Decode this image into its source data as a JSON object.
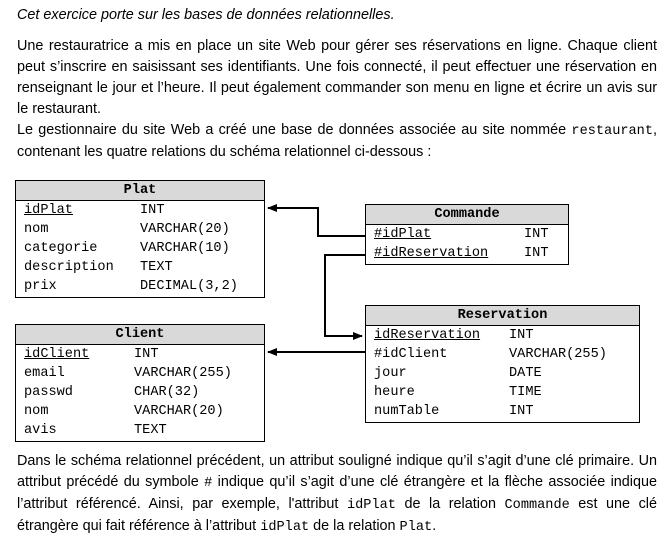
{
  "intro": "Cet exercice porte sur les bases de données relationnelles.",
  "p1": "Une restauratrice a mis en place un site Web pour gérer ses réservations en ligne. Chaque client peut s’inscrire en saisissant ses identifiants. Une fois connecté, il peut effectuer une réservation en renseignant le jour et l’heure. Il peut également commander son menu en ligne et écrire un avis sur le restaurant.",
  "p2": {
    "before": "Le gestionnaire du site Web a créé une base de données associée au site nommée ",
    "db_name": "restaurant",
    "after": ", contenant les quatre relations du schéma relationnel ci-dessous :"
  },
  "tables": {
    "plat": {
      "title": "Plat",
      "rows": [
        {
          "name": "idPlat",
          "type": "INT"
        },
        {
          "name": "nom",
          "type": "VARCHAR(20)"
        },
        {
          "name": "categorie",
          "type": "VARCHAR(10)"
        },
        {
          "name": "description",
          "type": "TEXT"
        },
        {
          "name": "prix",
          "type": "DECIMAL(3,2)"
        }
      ]
    },
    "client": {
      "title": "Client",
      "rows": [
        {
          "name": "idClient",
          "type": "INT"
        },
        {
          "name": "email",
          "type": "VARCHAR(255)"
        },
        {
          "name": "passwd",
          "type": "CHAR(32)"
        },
        {
          "name": "nom",
          "type": "VARCHAR(20)"
        },
        {
          "name": "avis",
          "type": "TEXT"
        }
      ]
    },
    "commande": {
      "title": "Commande",
      "rows": [
        {
          "name": "#idPlat",
          "type": "INT"
        },
        {
          "name": "#idReservation",
          "type": "INT"
        }
      ]
    },
    "reservation": {
      "title": "Reservation",
      "rows": [
        {
          "name": "idReservation",
          "type": "INT"
        },
        {
          "name": "#idClient",
          "type": "VARCHAR(255)"
        },
        {
          "name": "jour",
          "type": "DATE"
        },
        {
          "name": "heure",
          "type": "TIME"
        },
        {
          "name": "numTable",
          "type": "INT"
        }
      ]
    }
  },
  "p3": {
    "t1": "Dans le schéma relationnel précédent, un attribut souligné indique qu’il s’agit d’une clé primaire. Un attribut précédé du symbole ",
    "hash": "#",
    "t2": " indique qu’il s’agit d’une clé étrangère et la flèche associée indique l’attribut référencé. Ainsi, par exemple, l'attribut ",
    "attr1": "idPlat",
    "t3": " de la relation ",
    "rel1": "Commande",
    "t4": " est une clé étrangère qui fait référence à l’attribut ",
    "attr2": "idPlat",
    "t5": " de la relation ",
    "rel2": "Plat",
    "t6": "."
  }
}
